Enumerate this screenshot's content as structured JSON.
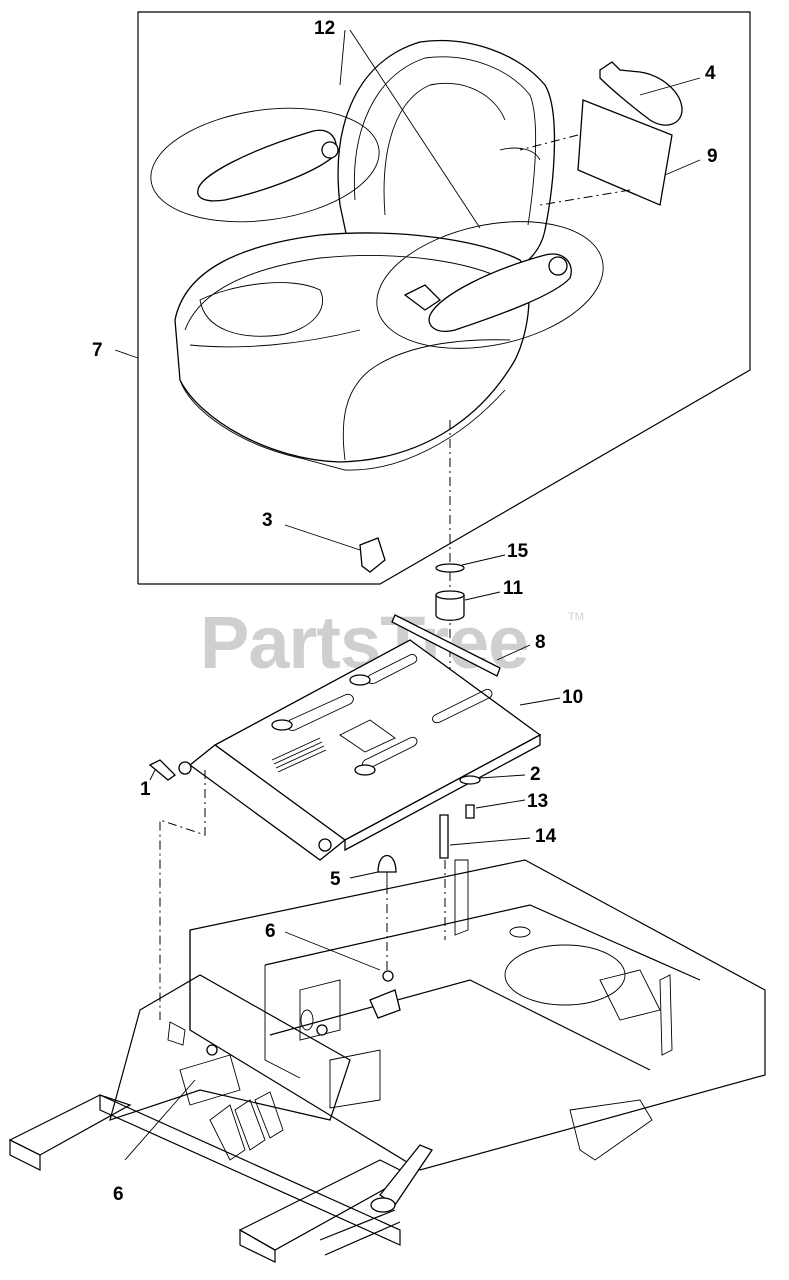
{
  "watermark": {
    "text": "PartsTree",
    "trademark": "TM"
  },
  "callouts": {
    "c12": "12",
    "c4": "4",
    "c9": "9",
    "c7": "7",
    "c3": "3",
    "c15": "15",
    "c11": "11",
    "c8": "8",
    "c10": "10",
    "c1": "1",
    "c2": "2",
    "c13": "13",
    "c14": "14",
    "c5": "5",
    "c6a": "6",
    "c6b": "6"
  }
}
